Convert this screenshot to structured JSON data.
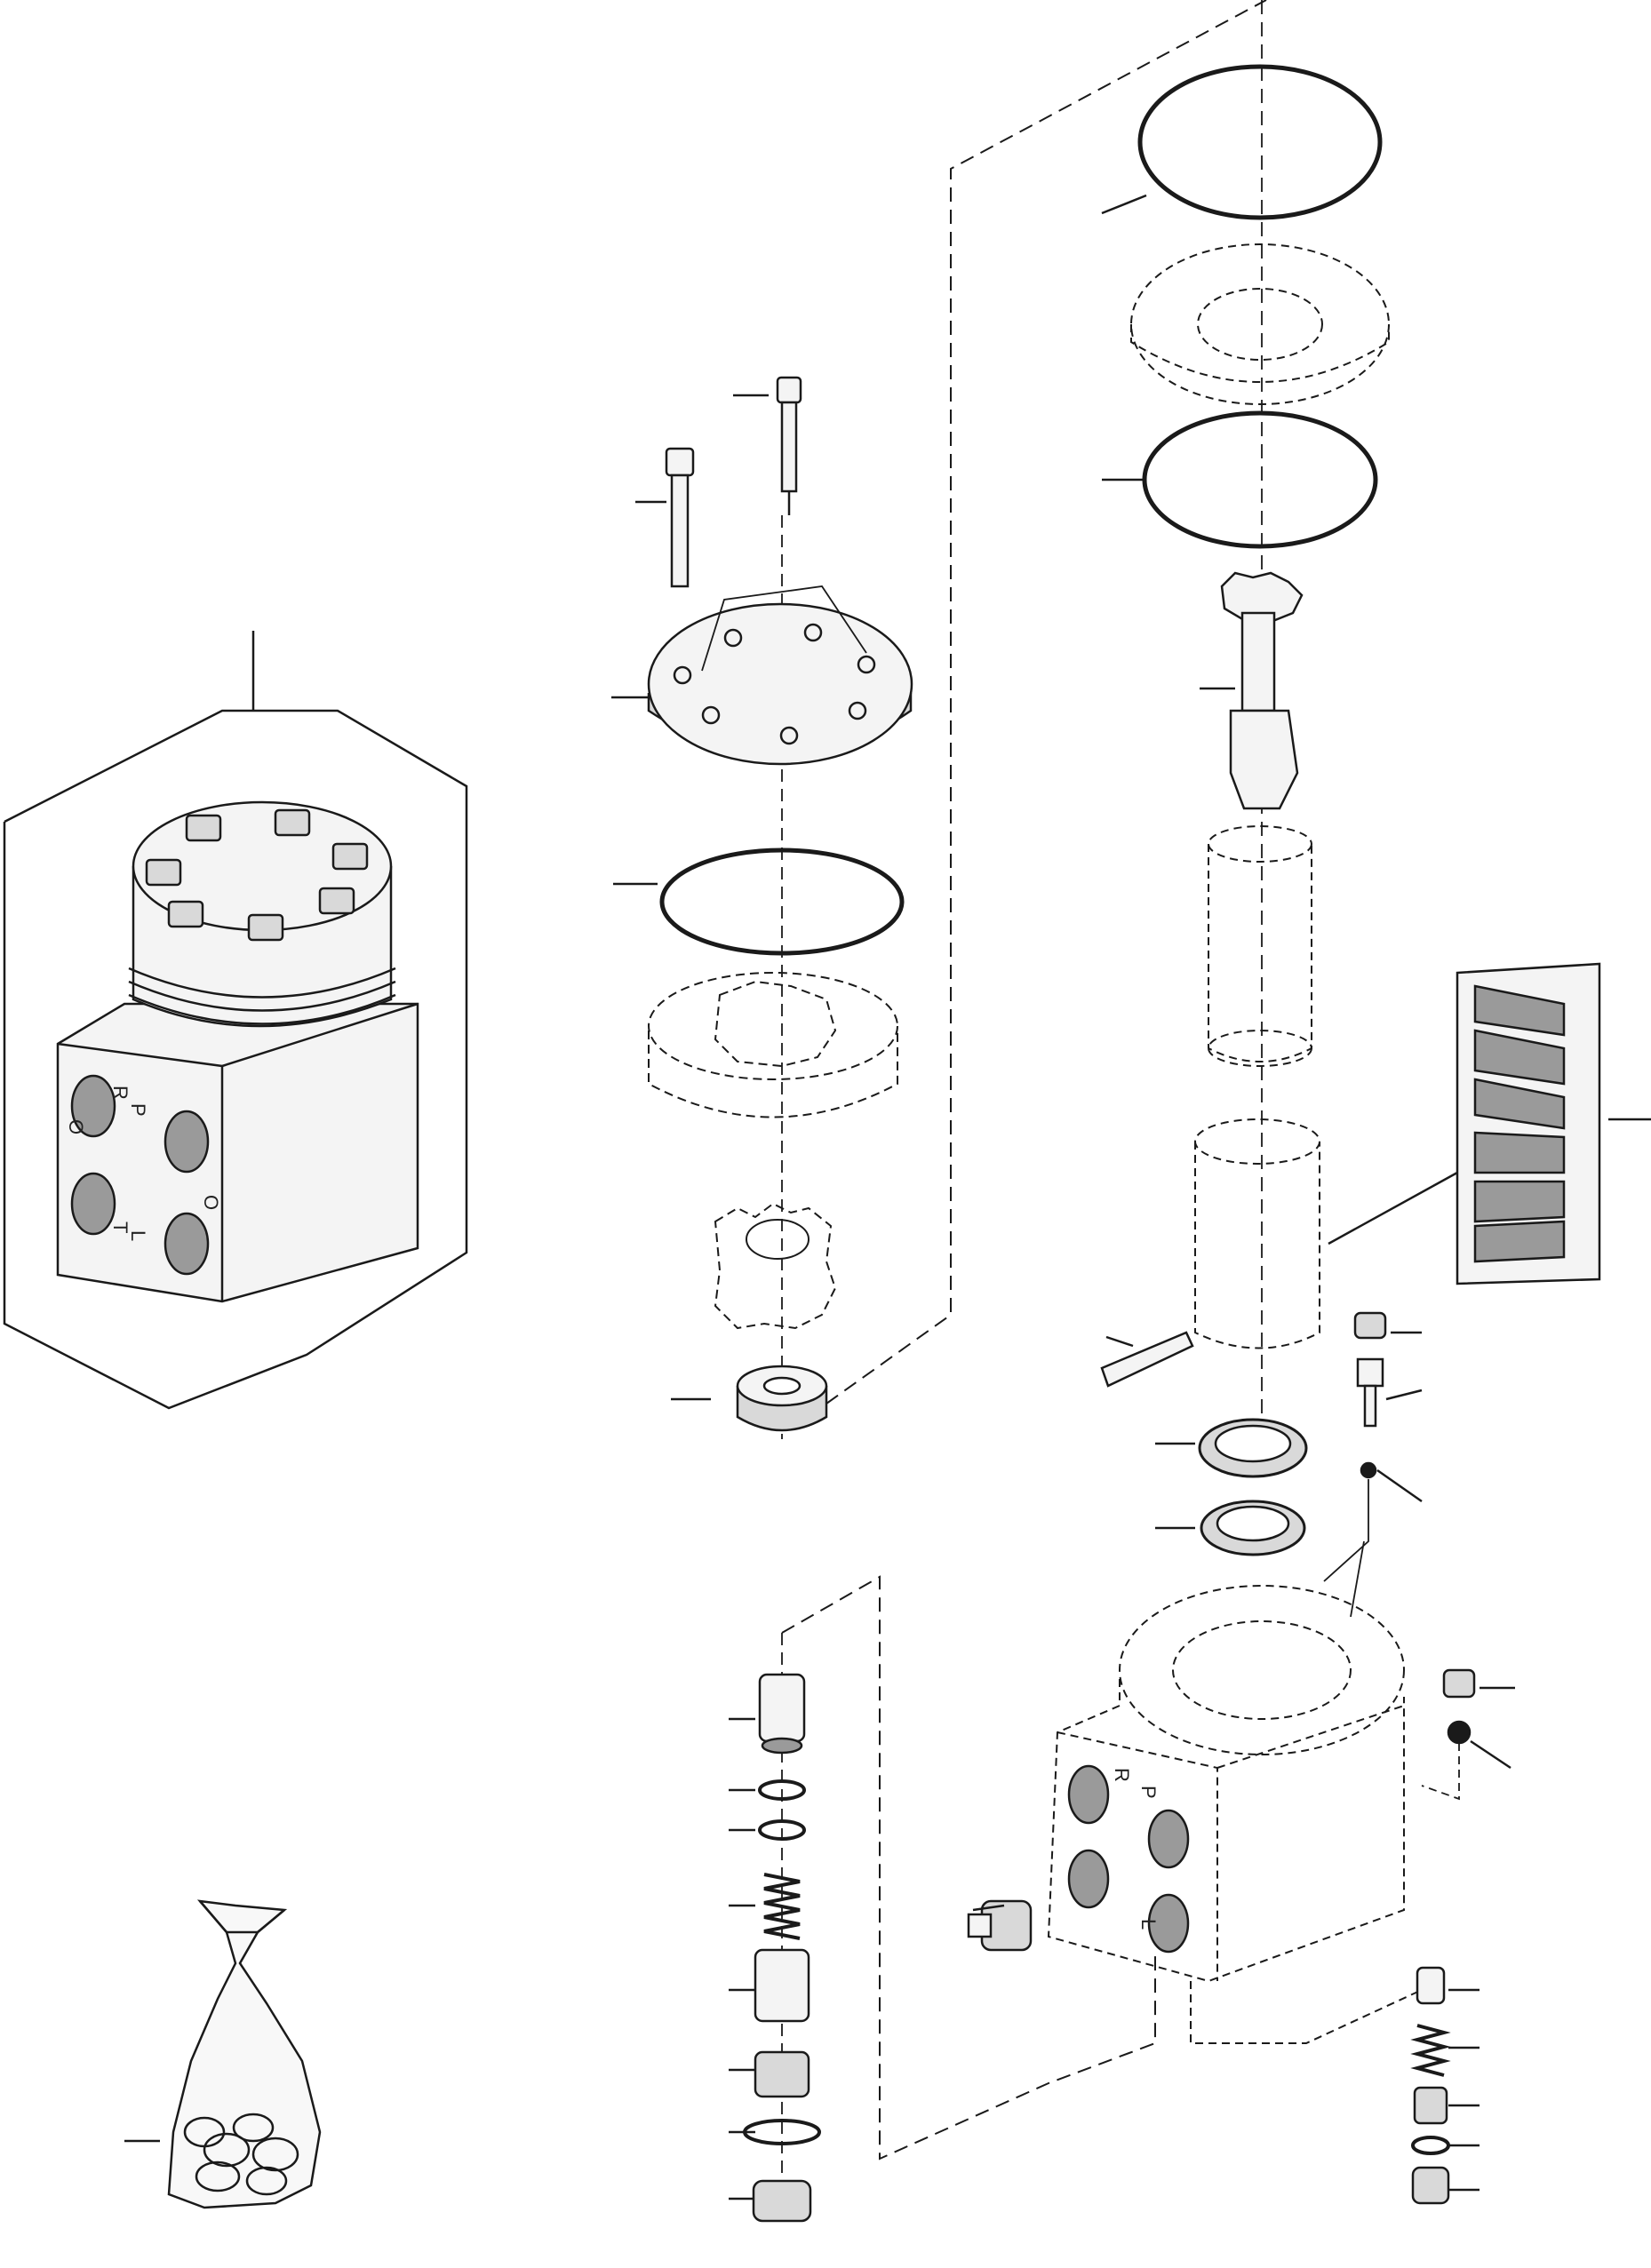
{
  "port_labels": {
    "pressure": "P",
    "return": "R",
    "left": "L",
    "tank": "T",
    "open": "O"
  },
  "colors": {
    "line": "#1a1a1a",
    "fill_light": "#f4f4f4",
    "fill_mid": "#d9d9d9",
    "fill_dark": "#9a9a9a",
    "background": "#ffffff"
  },
  "icons": [
    "hex-bolt-icon",
    "o-ring-icon",
    "bag-icon",
    "ball-icon",
    "spring-icon",
    "decal-sheet-icon"
  ]
}
